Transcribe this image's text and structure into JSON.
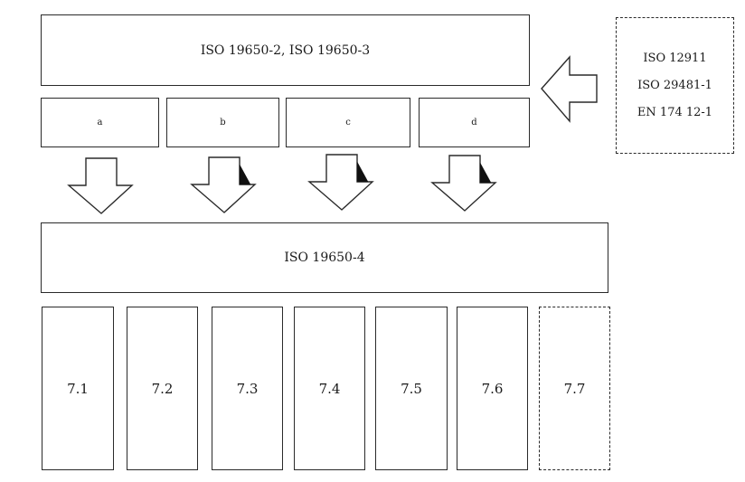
{
  "top_box": {
    "label": "ISO 19650-2, ISO 19650-3"
  },
  "sub_boxes": [
    {
      "label": "a"
    },
    {
      "label": "b"
    },
    {
      "label": "c"
    },
    {
      "label": "d"
    }
  ],
  "side_box": {
    "lines": [
      "ISO 12911",
      "ISO 29481-1",
      "EN 174 12-1"
    ]
  },
  "middle_box": {
    "label": "ISO 19650-4"
  },
  "columns": [
    {
      "label": "7.1"
    },
    {
      "label": "7.2"
    },
    {
      "label": "7.3"
    },
    {
      "label": "7.4"
    },
    {
      "label": "7.5"
    },
    {
      "label": "7.6"
    },
    {
      "label": "7.7"
    }
  ]
}
